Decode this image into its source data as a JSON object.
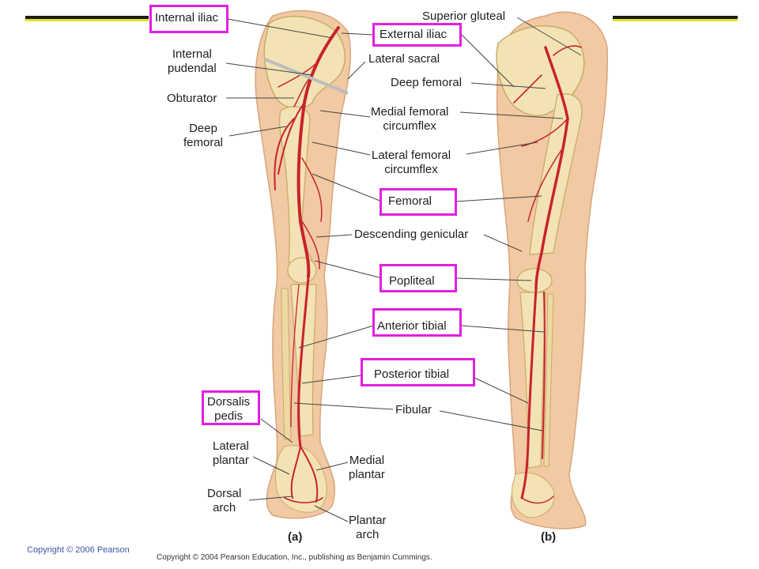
{
  "labels": {
    "internal_iliac": "Internal iliac",
    "internal_pudendal": "Internal\npudendal",
    "obturator": "Obturator",
    "deep_femoral_left": "Deep\nfemoral",
    "superior_gluteal": "Superior gluteal",
    "external_iliac": "External iliac",
    "lateral_sacral": "Lateral sacral",
    "deep_femoral_right": "Deep femoral",
    "medial_femoral_circumflex": "Medial femoral\ncircumflex",
    "lateral_femoral_circumflex": "Lateral femoral\ncircumflex",
    "femoral": "Femoral",
    "descending_genicular": "Descending genicular",
    "popliteal": "Popliteal",
    "anterior_tibial": "Anterior tibial",
    "posterior_tibial": "Posterior tibial",
    "dorsalis_pedis": "Dorsalis\npedis",
    "fibular": "Fibular",
    "lateral_plantar": "Lateral\nplantar",
    "medial_plantar": "Medial\nplantar",
    "dorsal_arch": "Dorsal\narch",
    "plantar_arch": "Plantar\narch"
  },
  "panels": {
    "a": "(a)",
    "b": "(b)"
  },
  "footer": {
    "copyright_left": "Copyright © 2006 Pearson",
    "copyright_figure": "Copyright © 2004 Pearson Education, Inc., publishing as Benjamin Cummings."
  },
  "colors": {
    "highlight_box": "#e020e0",
    "skin": "#f1c9a2",
    "bone": "#f3e2b4",
    "artery": "#c8232a",
    "rule": "#1a1a1a",
    "rule_accent": "#e5e51a"
  }
}
